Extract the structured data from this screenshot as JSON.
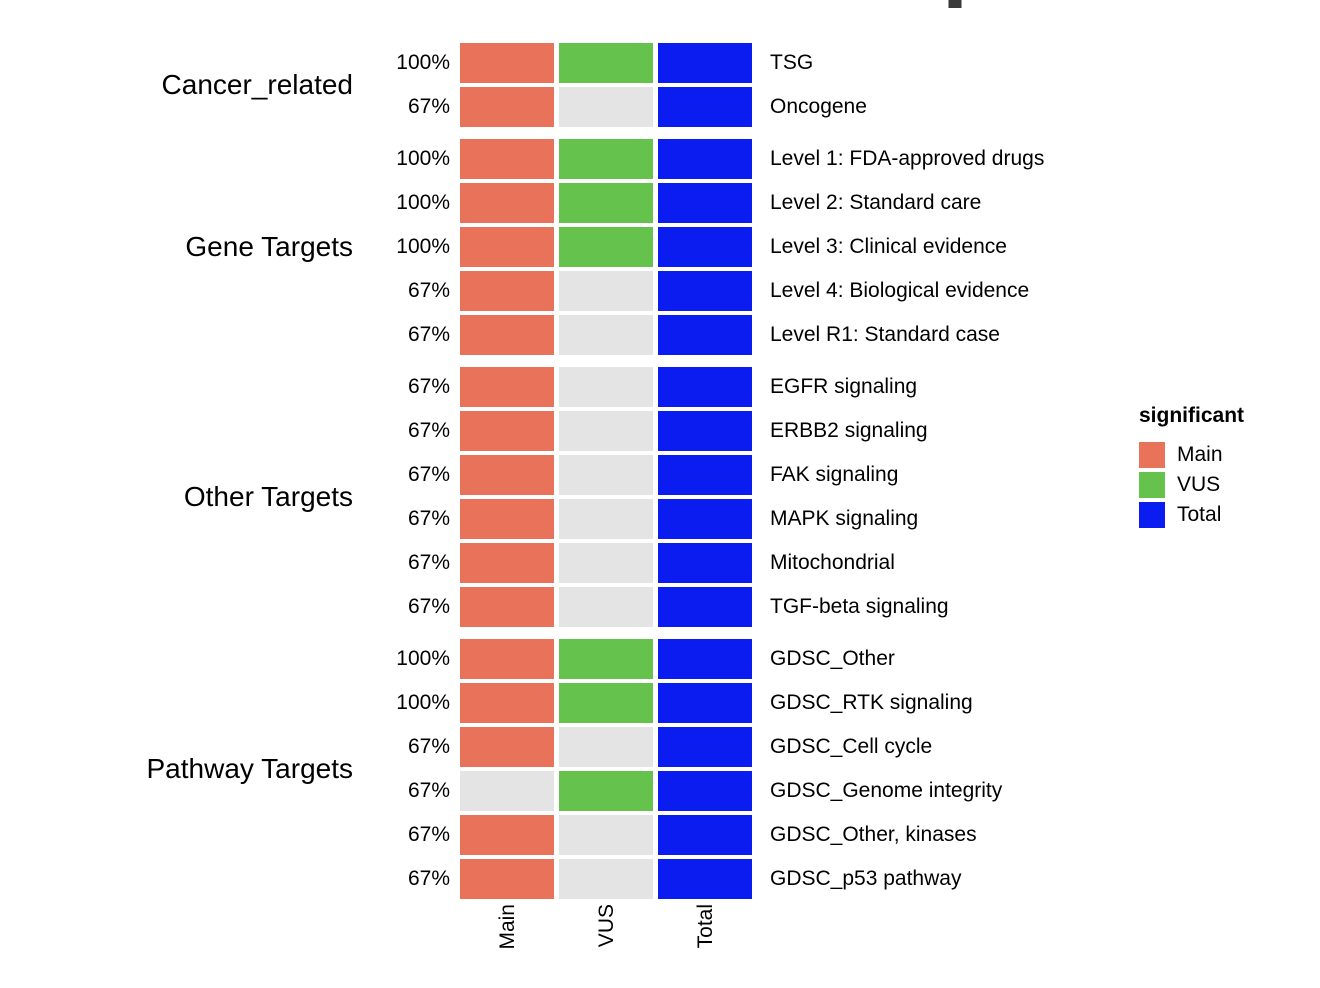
{
  "chart_data": {
    "type": "heatmap",
    "title": "",
    "columns": [
      "Main",
      "VUS",
      "Total"
    ],
    "colors": {
      "main": "#E8735A",
      "vus": "#65C24C",
      "total": "#0B1CF0",
      "not_significant": "#E4E4E4"
    },
    "legend": {
      "title": "significant",
      "position": "right",
      "items": [
        {
          "label": "Main",
          "color": "#E8735A"
        },
        {
          "label": "VUS",
          "color": "#65C24C"
        },
        {
          "label": "Total",
          "color": "#0B1CF0"
        }
      ]
    },
    "groups": [
      {
        "label": "Cancer_related",
        "rows": [
          {
            "percent": "100%",
            "label": "TSG",
            "significant": {
              "Main": true,
              "VUS": true,
              "Total": true
            }
          },
          {
            "percent": "67%",
            "label": "Oncogene",
            "significant": {
              "Main": true,
              "VUS": false,
              "Total": true
            }
          }
        ]
      },
      {
        "label": "Gene Targets",
        "rows": [
          {
            "percent": "100%",
            "label": "Level 1: FDA-approved drugs",
            "significant": {
              "Main": true,
              "VUS": true,
              "Total": true
            }
          },
          {
            "percent": "100%",
            "label": "Level 2: Standard care",
            "significant": {
              "Main": true,
              "VUS": true,
              "Total": true
            }
          },
          {
            "percent": "100%",
            "label": "Level 3: Clinical evidence",
            "significant": {
              "Main": true,
              "VUS": true,
              "Total": true
            }
          },
          {
            "percent": "67%",
            "label": "Level 4: Biological evidence",
            "significant": {
              "Main": true,
              "VUS": false,
              "Total": true
            }
          },
          {
            "percent": "67%",
            "label": "Level R1: Standard case",
            "significant": {
              "Main": true,
              "VUS": false,
              "Total": true
            }
          }
        ]
      },
      {
        "label": "Other Targets",
        "rows": [
          {
            "percent": "67%",
            "label": "EGFR signaling",
            "significant": {
              "Main": true,
              "VUS": false,
              "Total": true
            }
          },
          {
            "percent": "67%",
            "label": "ERBB2 signaling",
            "significant": {
              "Main": true,
              "VUS": false,
              "Total": true
            }
          },
          {
            "percent": "67%",
            "label": "FAK signaling",
            "significant": {
              "Main": true,
              "VUS": false,
              "Total": true
            }
          },
          {
            "percent": "67%",
            "label": "MAPK signaling",
            "significant": {
              "Main": true,
              "VUS": false,
              "Total": true
            }
          },
          {
            "percent": "67%",
            "label": "Mitochondrial",
            "significant": {
              "Main": true,
              "VUS": false,
              "Total": true
            }
          },
          {
            "percent": "67%",
            "label": "TGF-beta signaling",
            "significant": {
              "Main": true,
              "VUS": false,
              "Total": true
            }
          }
        ]
      },
      {
        "label": "Pathway Targets",
        "rows": [
          {
            "percent": "100%",
            "label": "GDSC_Other",
            "significant": {
              "Main": true,
              "VUS": true,
              "Total": true
            }
          },
          {
            "percent": "100%",
            "label": "GDSC_RTK signaling",
            "significant": {
              "Main": true,
              "VUS": true,
              "Total": true
            }
          },
          {
            "percent": "67%",
            "label": "GDSC_Cell cycle",
            "significant": {
              "Main": true,
              "VUS": false,
              "Total": true
            }
          },
          {
            "percent": "67%",
            "label": "GDSC_Genome integrity",
            "significant": {
              "Main": false,
              "VUS": true,
              "Total": true
            }
          },
          {
            "percent": "67%",
            "label": "GDSC_Other, kinases",
            "significant": {
              "Main": true,
              "VUS": false,
              "Total": true
            }
          },
          {
            "percent": "67%",
            "label": "GDSC_p53 pathway",
            "significant": {
              "Main": true,
              "VUS": false,
              "Total": true
            }
          }
        ]
      }
    ]
  }
}
